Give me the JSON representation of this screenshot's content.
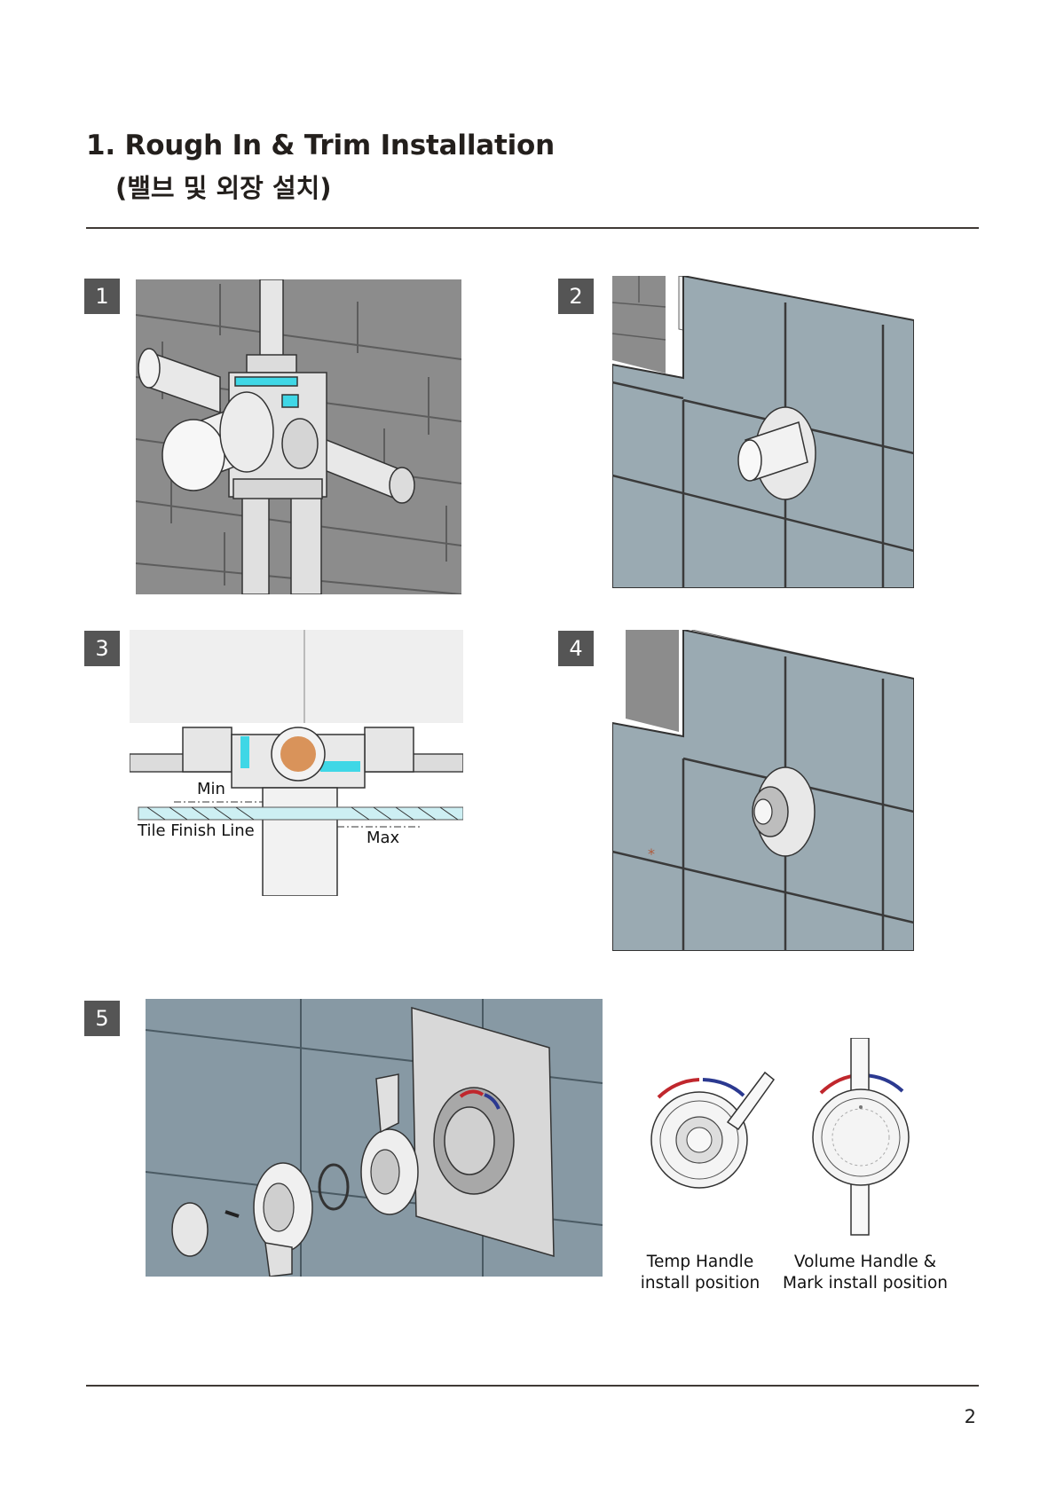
{
  "header": {
    "title": "1. Rough In & Trim Installation",
    "subtitle": "(밸브 및 외장 설치)"
  },
  "steps": [
    {
      "number": "1"
    },
    {
      "number": "2"
    },
    {
      "number": "3",
      "labels": {
        "min": "Min",
        "tile": "Tile Finish Line",
        "max": "Max"
      }
    },
    {
      "number": "4"
    },
    {
      "number": "5"
    }
  ],
  "handles": {
    "temp_caption_line1": "Temp Handle",
    "temp_caption_line2": "install position",
    "volume_caption_line1": "Volume Handle &",
    "volume_caption_line2": "Mark install position"
  },
  "colors": {
    "tile_blue": "#9aaab2",
    "tile_blue_dark": "#8799a4",
    "wall_gray": "#8c8c8c",
    "hot_red": "#c0272d",
    "cold_blue": "#2b3990",
    "badge_gray": "#555555",
    "accent_cyan": "#3fd7e6",
    "cartridge_copper": "#d9935a"
  },
  "footer": {
    "page_number": "2"
  }
}
